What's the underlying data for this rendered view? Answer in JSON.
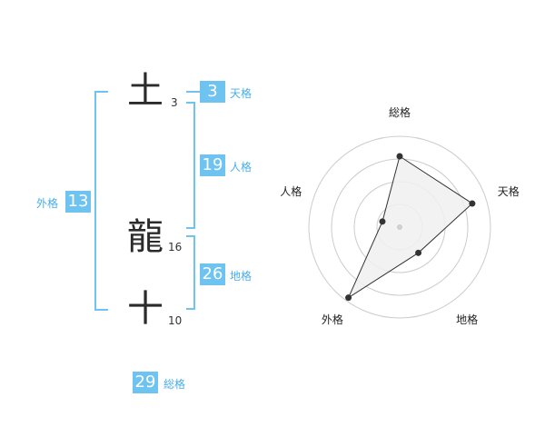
{
  "name": {
    "chars": [
      {
        "char": "土",
        "strokes": "3"
      },
      {
        "char": "龍",
        "strokes": "16"
      },
      {
        "char": "十",
        "strokes": "10"
      }
    ]
  },
  "fortunes": {
    "tenkaku": {
      "value": "3",
      "label": "天格"
    },
    "jinkaku": {
      "value": "19",
      "label": "人格"
    },
    "chikaku": {
      "value": "26",
      "label": "地格"
    },
    "gaikaku": {
      "value": "13",
      "label": "外格"
    },
    "soukaku": {
      "value": "29",
      "label": "総格"
    }
  },
  "chart_data": {
    "type": "radar",
    "axes": [
      "総格",
      "天格",
      "地格",
      "外格",
      "人格"
    ],
    "values": [
      0.78,
      0.84,
      0.35,
      0.96,
      0.2
    ],
    "rings": 4,
    "colors": {
      "fill": "#f0f0f0",
      "line": "#333333",
      "ring": "#cccccc",
      "accent": "#6ec3f1"
    }
  }
}
